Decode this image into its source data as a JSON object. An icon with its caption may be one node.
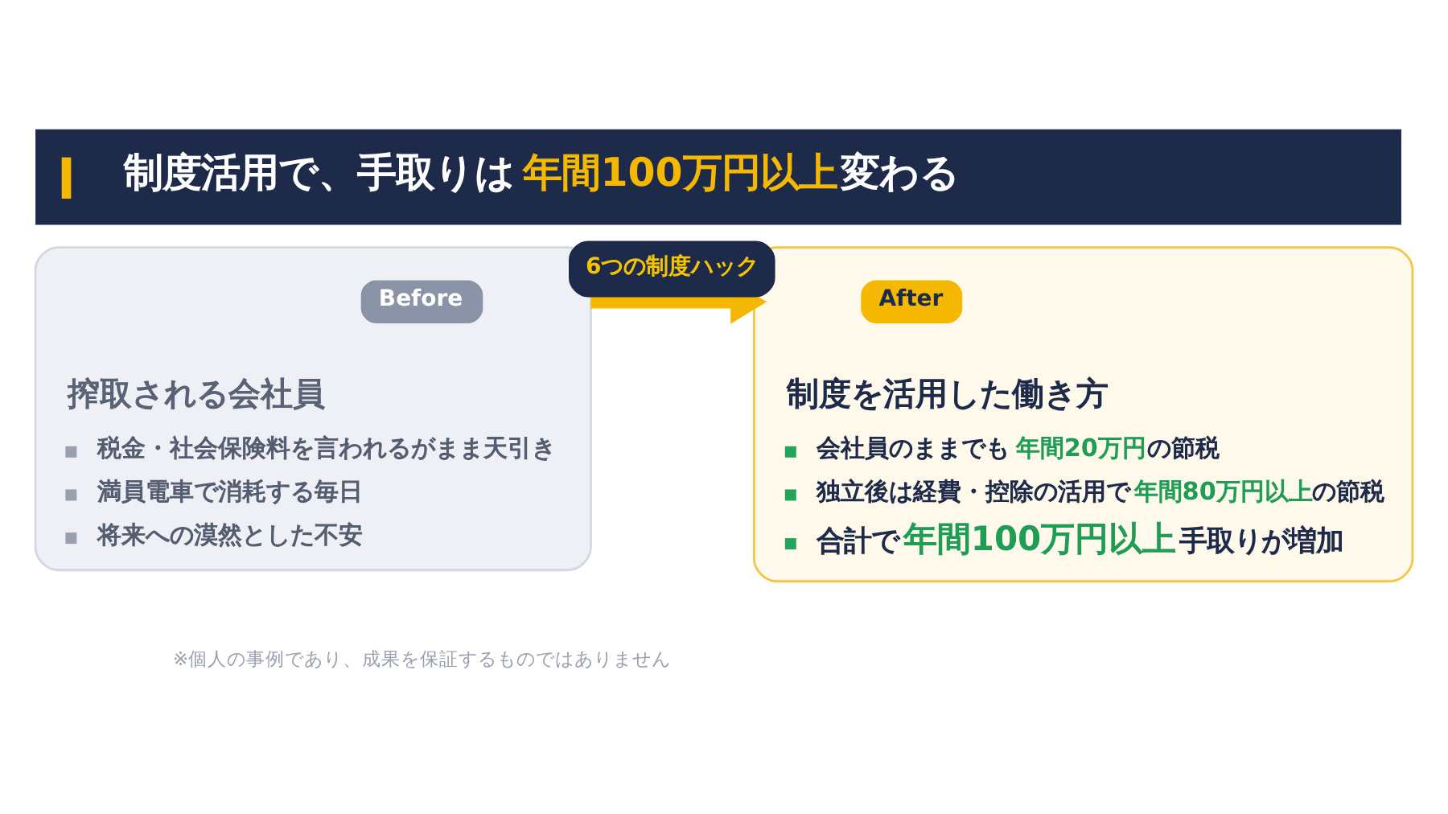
{
  "diagram": {
    "title": "制度活用で、手取りは**年間100万円以上**変わる",
    "nodes": [
      {
        "text": [
          "搾取される会社員",
          "税金・社会保険料を言われるがまま天引き",
          "満員電車で消耗する毎日",
          "将来への漠然とした不安"
        ]
      },
      {
        "text": [
          "Before"
        ],
        "in": 0
      },
      {
        "text": [
          "制度を活用した働き方",
          "会社員のままでも**年間20万円**の節税",
          "独立後は経費・控除の活用で**年間80万円以上**の節税",
          "合計で**年間100万円以上**手取りが増加"
        ]
      },
      {
        "text": [
          "After"
        ],
        "in": 2
      }
    ],
    "edges": [
      {
        "from": 0,
        "to": 2,
        "arrow": "to",
        "label": "6つの制度ハック",
        "color": "#f5b800"
      }
    ],
    "labels": [
      "※個人の事例であり、成果を保証するものではありません"
    ]
  }
}
